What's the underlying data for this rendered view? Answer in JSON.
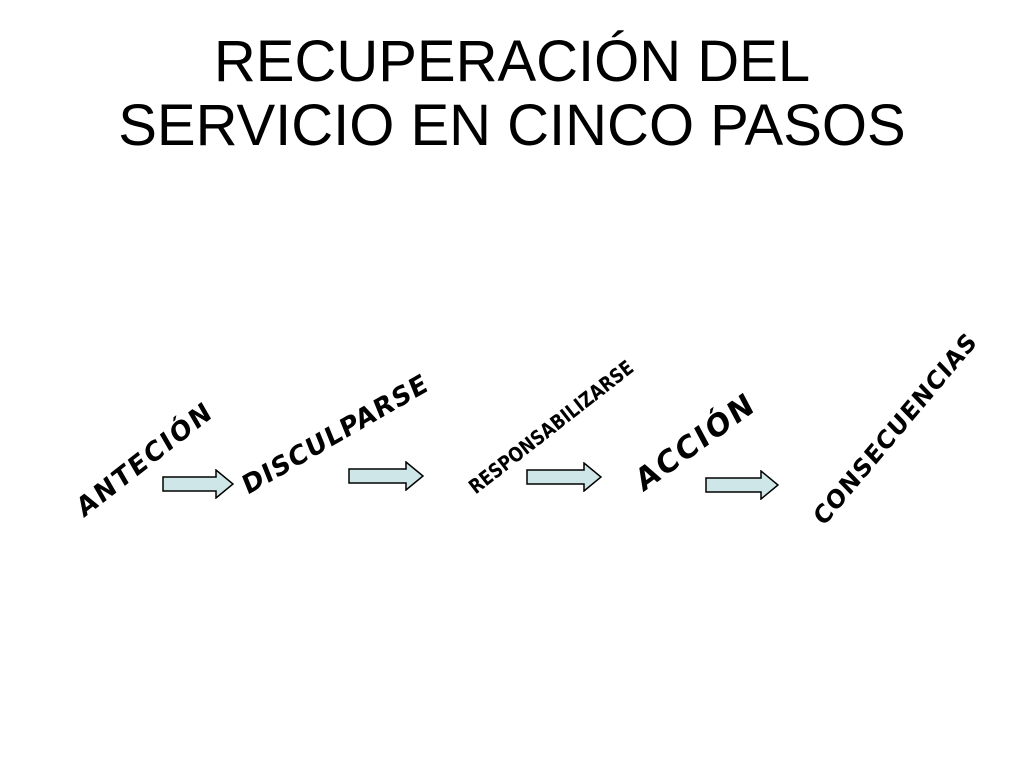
{
  "title": {
    "line1": "RECUPERACIÓN DEL",
    "line2": "SERVICIO EN CINCO PASOS"
  },
  "steps": [
    {
      "label": "ANTECIÓN"
    },
    {
      "label": "DISCULPARSE"
    },
    {
      "label": "RESPONSABILIZARSE"
    },
    {
      "label": "ACCIÓN"
    },
    {
      "label": "CONSECUENCIAS"
    }
  ],
  "colors": {
    "arrow_fill": "#cfe6e8",
    "arrow_stroke": "#000000",
    "text": "#000000",
    "background": "#ffffff"
  },
  "icons": {
    "arrow": "right-arrow-icon"
  }
}
